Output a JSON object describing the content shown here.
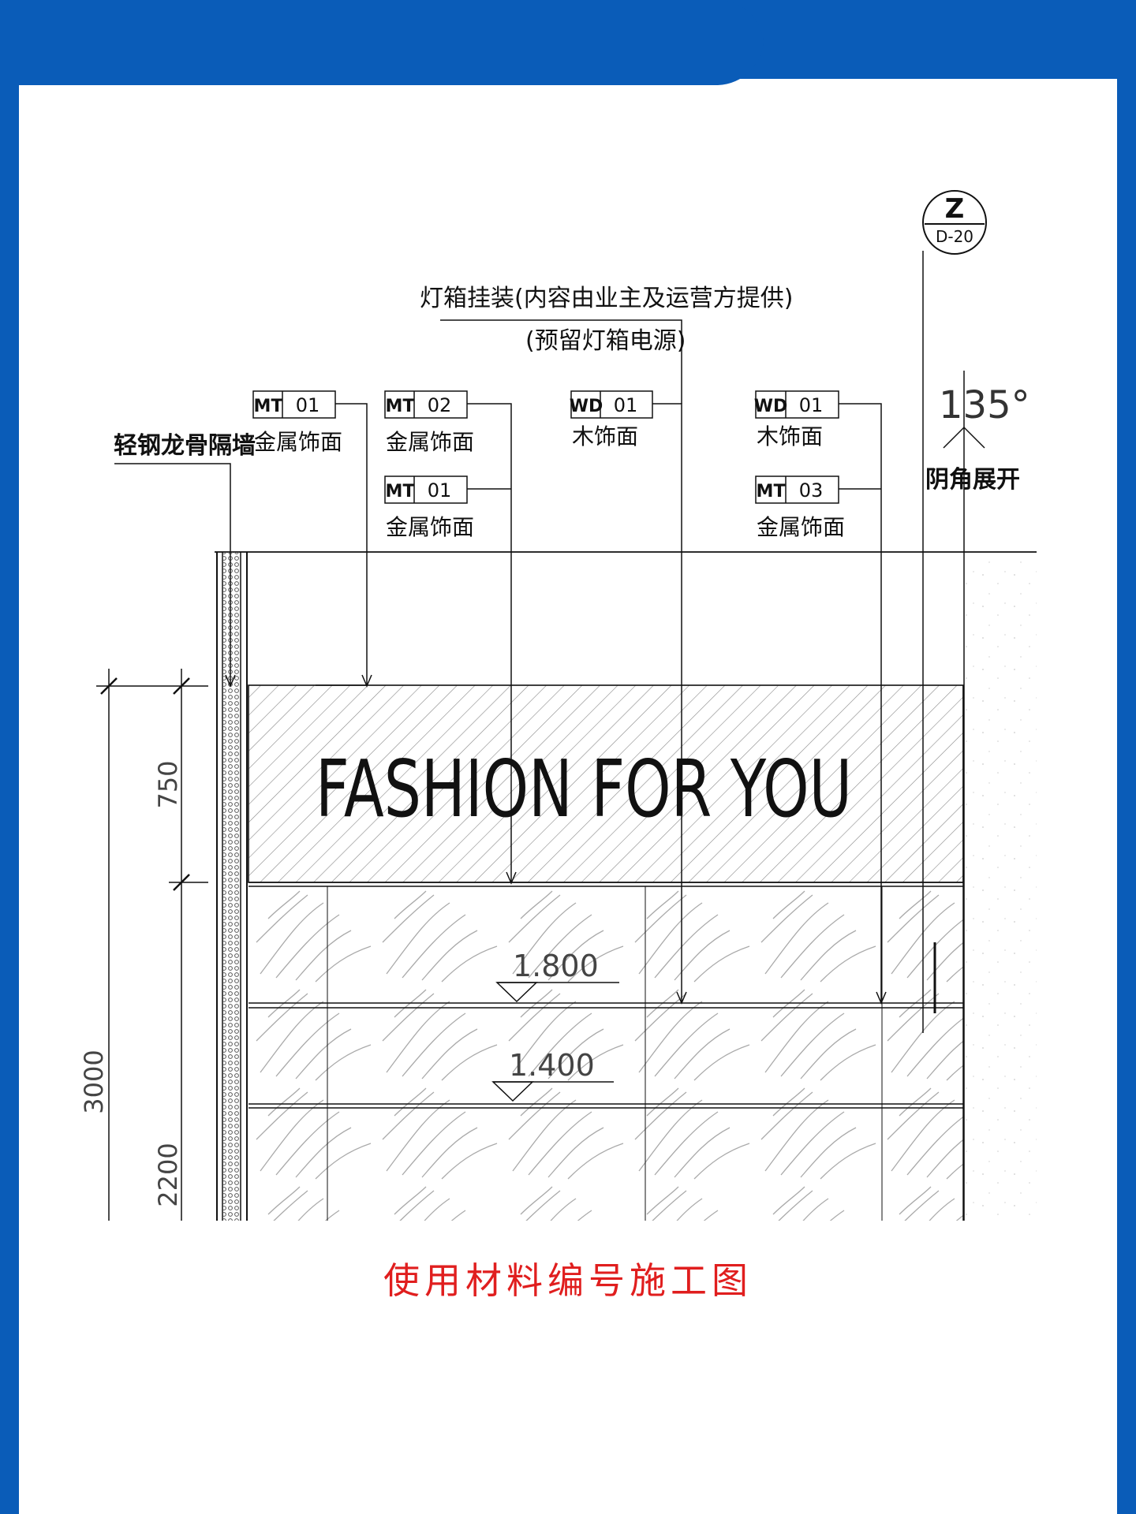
{
  "annotations": {
    "lightbox": "灯箱挂装(内容由业主及运营方提供)",
    "lightbox_power": "(预留灯箱电源)",
    "partition_wall": "轻钢龙骨隔墙",
    "corner_expand": "阴角展开",
    "angle": "135°"
  },
  "section_marker": {
    "letter": "Z",
    "sheet": "D-20"
  },
  "material_tags": [
    {
      "code": "MT",
      "num": "01",
      "desc": "金属饰面"
    },
    {
      "code": "MT",
      "num": "02",
      "desc": "金属饰面"
    },
    {
      "code": "MT",
      "num": "01",
      "desc": "金属饰面"
    },
    {
      "code": "WD",
      "num": "01",
      "desc": "木饰面"
    },
    {
      "code": "WD",
      "num": "01",
      "desc": "木饰面"
    },
    {
      "code": "MT",
      "num": "03",
      "desc": "金属饰面"
    }
  ],
  "signage_text": "FASHION FOR YOU",
  "levels": [
    "1.800",
    "1.400"
  ],
  "dimensions": [
    "750",
    "3000",
    "2200"
  ],
  "caption": "使用材料编号施工图",
  "colors": {
    "frame_blue": "#0a5cb8",
    "caption_red": "#e01e1e",
    "line": "#111111"
  }
}
